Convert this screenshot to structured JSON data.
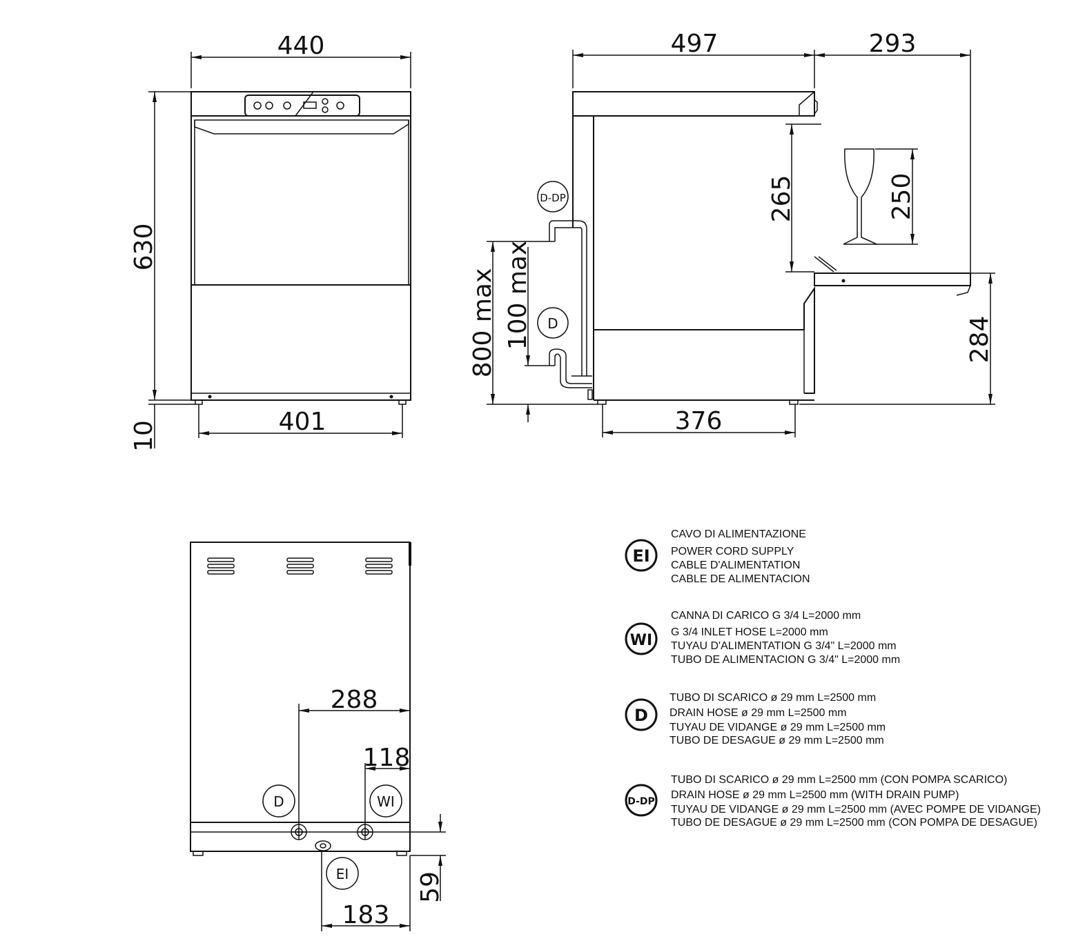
{
  "dimensions": {
    "front_width": "440",
    "front_height": "630",
    "foot_height": "10",
    "feet_width": "401",
    "side_depth": "497",
    "door_open": "293",
    "inner_height": "265",
    "glass_height": "250",
    "open_door_height": "284",
    "feet_depth": "376",
    "drain_max": "800 max",
    "drain_min": "100 max",
    "rear_288": "288",
    "rear_118": "118",
    "rear_183": "183",
    "rear_59": "59"
  },
  "tags": {
    "d_dp": "D-DP",
    "d": "D",
    "wi": "WI",
    "ei": "EI"
  },
  "legend": [
    {
      "symbol": "EI",
      "lines": [
        "CAVO DI ALIMENTAZIONE",
        "POWER CORD SUPPLY",
        "CABLE D'ALIMENTATION",
        "CABLE DE ALIMENTACION"
      ]
    },
    {
      "symbol": "WI",
      "lines": [
        "CANNA DI CARICO G 3/4 L=2000 mm",
        "G 3/4 INLET HOSE L=2000 mm",
        "TUYAU D'ALIMENTATION G 3/4\" L=2000 mm",
        "TUBO DE ALIMENTACION G 3/4\" L=2000 mm"
      ]
    },
    {
      "symbol": "D",
      "lines": [
        "TUBO DI SCARICO ø 29 mm L=2500 mm",
        "DRAIN HOSE ø 29 mm L=2500 mm",
        "TUYAU DE VIDANGE ø 29 mm L=2500 mm",
        "TUBO DE DESAGUE ø 29 mm L=2500 mm"
      ]
    },
    {
      "symbol": "D-DP",
      "lines": [
        "TUBO DI SCARICO ø 29 mm L=2500 mm (CON POMPA SCARICO)",
        "DRAIN HOSE ø 29 mm L=2500 mm (WITH DRAIN PUMP)",
        "TUYAU DE VIDANGE ø 29 mm L=2500 mm (AVEC POMPE DE VIDANGE)",
        "TUBO DE DESAGUE ø 29 mm L=2500 mm (CON POMPA DE DESAGUE)"
      ]
    }
  ]
}
